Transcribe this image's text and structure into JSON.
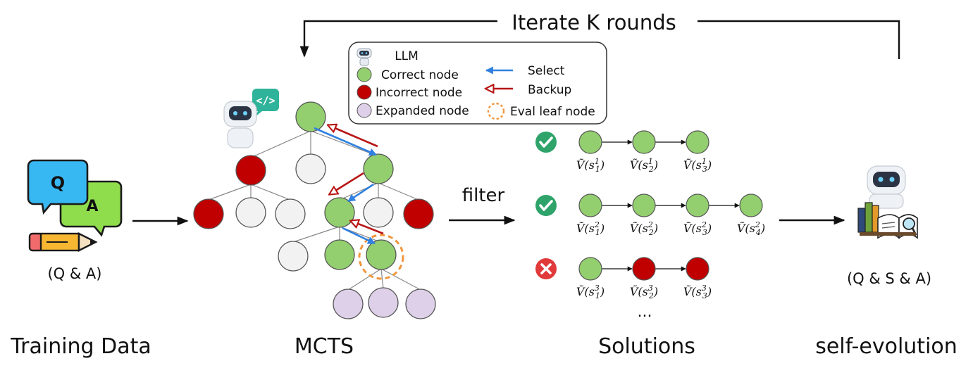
{
  "colors": {
    "correct": "#93cf6f",
    "incorrect": "#c00000",
    "expanded": "#ddd0e8",
    "unvisited": "#f2f2f2",
    "select_arrow": "#2f80e0",
    "backup_arrow": "#b81414",
    "eval_ring": "#f0963c",
    "check": "#2ea36a",
    "cross": "#e03a3a"
  },
  "top_loop": {
    "label": "Iterate K rounds"
  },
  "legend": {
    "llm": "LLM",
    "correct": "Correct node",
    "incorrect": "Incorrect node",
    "expanded": "Expanded node",
    "select": "Select",
    "backup": "Backup",
    "eval_leaf": "Eval leaf node"
  },
  "training": {
    "icon": "qa-chat-icon",
    "q": "Q",
    "a": "A",
    "sublabel": "(Q & A)",
    "title": "Training Data"
  },
  "mcts": {
    "icon": "robot-coder-icon",
    "code_glyph": "</>",
    "title": "MCTS"
  },
  "filter_label": "filter",
  "solutions": {
    "title": "Solutions",
    "ellipsis": "...",
    "rows": [
      {
        "status": "correct",
        "nodes": [
          "correct",
          "correct",
          "correct"
        ],
        "labels": [
          {
            "sup": "1",
            "sub": "1"
          },
          {
            "sup": "1",
            "sub": "2"
          },
          {
            "sup": "1",
            "sub": "3"
          }
        ]
      },
      {
        "status": "correct",
        "nodes": [
          "correct",
          "correct",
          "correct",
          "correct"
        ],
        "labels": [
          {
            "sup": "2",
            "sub": "1"
          },
          {
            "sup": "2",
            "sub": "2"
          },
          {
            "sup": "2",
            "sub": "3"
          },
          {
            "sup": "2",
            "sub": "4"
          }
        ]
      },
      {
        "status": "incorrect",
        "nodes": [
          "correct",
          "incorrect",
          "incorrect"
        ],
        "labels": [
          {
            "sup": "3",
            "sub": "1"
          },
          {
            "sup": "3",
            "sub": "2"
          },
          {
            "sup": "3",
            "sub": "3"
          }
        ]
      }
    ]
  },
  "self_evolution": {
    "icon": "robot-reading-icon",
    "sublabel": "(Q & S & A)",
    "title": "self-evolution"
  }
}
